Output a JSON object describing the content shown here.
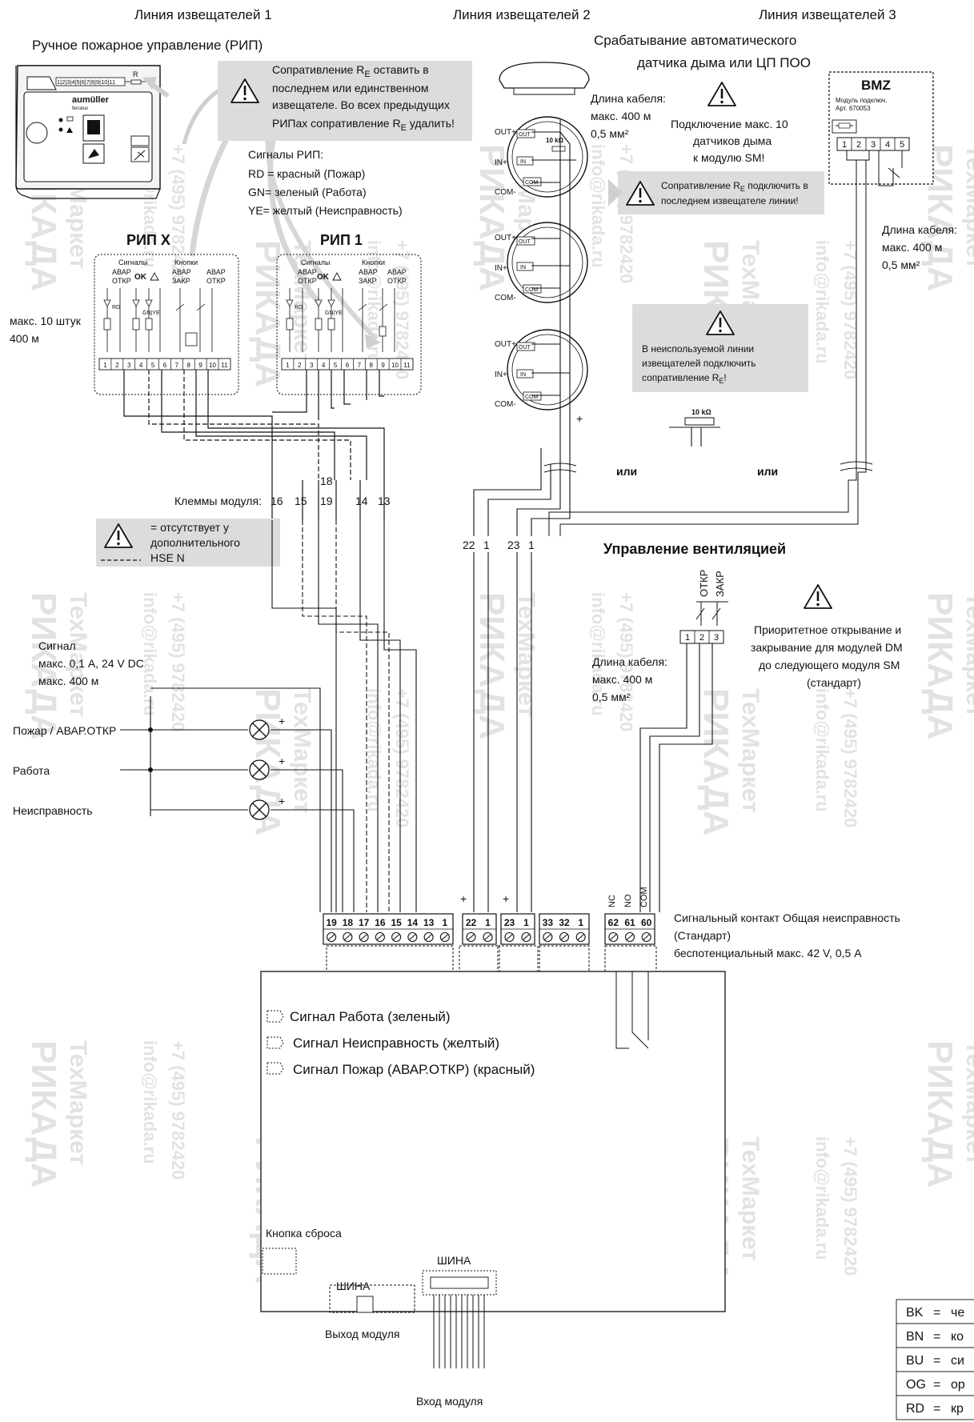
{
  "header": {
    "line1": "Линия извещателей 1",
    "line2": "Линия извещателей 2",
    "line3": "Линия извещателей 3",
    "manual_title": "Ручное пожарное управление (РИП)",
    "smoke_title_1": "Срабатывание автоматического",
    "smoke_title_2": "датчика дыма или ЦП ПОО"
  },
  "manual_device": {
    "brand": "aumüller",
    "brand_sub": "ferralux",
    "terminal_strip": "1|2|3|4|5|6|7|8|9|10|11",
    "re_label": "R",
    "re_sub": "E"
  },
  "warning_re": {
    "l1": "Сопративление R",
    "l1_sub": "E",
    "l1_end": " оставить в",
    "l2": "последнем или единственном",
    "l3": "извещателе. Во всех предыдущих",
    "l4": "РИПах сопративление R",
    "l4_sub": "E",
    "l4_end": " удалить!"
  },
  "rip_signals": {
    "title": "Сигналы РИП:",
    "rd": "RD = красный (Пожар)",
    "gn": "GN= зеленый (Работа)",
    "ye": "YE= желтый (Неисправность)"
  },
  "rip_x": {
    "title": "РИП X",
    "signals": "Сигналы",
    "buttons": "Кнопки",
    "avar1": "АВАР",
    "otkr1": "ОТКР",
    "ok": "OK",
    "avar2": "АВАР",
    "zakr": "ЗАКР",
    "avar3": "АВАР",
    "otkr2": "ОТКР",
    "rd": "RD",
    "gnye": "GN|YE",
    "terminals": [
      "1",
      "2",
      "3",
      "4",
      "5",
      "6",
      "7",
      "8",
      "9",
      "10",
      "11"
    ]
  },
  "rip_1": {
    "title": "РИП 1",
    "signals": "Сигналы",
    "buttons": "Кнопки",
    "avar1": "АВАР",
    "otkr1": "ОТКР",
    "ok": "OK",
    "avar2": "АВАР",
    "zakr": "ЗАКР",
    "avar3": "АВАР",
    "otkr2": "ОТКР",
    "rd": "RD",
    "gnye": "GN|YE",
    "terminals": [
      "1",
      "2",
      "3",
      "4",
      "5",
      "6",
      "7",
      "8",
      "9",
      "10",
      "11"
    ]
  },
  "rip_note": {
    "l1": "макс. 10 штук",
    "l2": "400 м"
  },
  "smoke_line": {
    "out": "OUT+",
    "in": "IN+",
    "com": "COM-",
    "out_tag": "OUT",
    "in_tag": "IN",
    "com_tag": "COM",
    "resistor": "10 kΩ",
    "plus": "+",
    "cable_l1": "Длина кабеля:",
    "cable_l2": "макс. 400 м",
    "cable_l3": "0,5 мм²",
    "connect_l1": "Подключение макс. 10",
    "connect_l2": "датчиков дыма",
    "connect_l3": "к модулю SM!",
    "warn_l1": "Сопративление R",
    "warn_l1_sub": "E",
    "warn_l1_end": " подключить в",
    "warn_l2": "последнем извещателе линии!",
    "unused_l1": "В неиспользуемой линии",
    "unused_l2": "извещателей подключить",
    "unused_l3": "сопративление R",
    "unused_l3_sub": "E",
    "unused_l3_end": "!",
    "resistor2": "10 kΩ",
    "or1": "или",
    "or2": "или"
  },
  "bmz": {
    "title": "BMZ",
    "sub1": "Модуль подключ.",
    "sub2": "Арт. 670053",
    "terminals": [
      "1",
      "2",
      "3",
      "4",
      "5"
    ],
    "cable_l1": "Длина кабеля:",
    "cable_l2": "макс. 400 м",
    "cable_l3": "0,5 мм²"
  },
  "module_terms_row": {
    "label": "Клеммы модуля:",
    "t16": "16",
    "t15": "15",
    "t18": "18",
    "t19": "19",
    "t14": "14",
    "t13": "13",
    "t22": "22",
    "t1a": "1",
    "t23": "23",
    "t1b": "1"
  },
  "hse_note": {
    "l1": "= отсутствует у",
    "l2": "дополнительного",
    "l3": "HSE N"
  },
  "ventilation": {
    "title": "Управление вентиляцией",
    "open": "ОТКР",
    "close": "ЗАКР",
    "terminals": [
      "1",
      "2",
      "3"
    ],
    "cable_l1": "Длина кабеля:",
    "cable_l2": "макс. 400 м",
    "cable_l3": "0,5 мм²",
    "prio_l1": "Приоритетное открывание и",
    "prio_l2": "закрывание для модулей DM",
    "prio_l3": "до следующего модуля SM",
    "prio_l4": "(стандарт)"
  },
  "signal_outputs": {
    "head_l1": "Сигнал",
    "head_l2": "макс. 0,1 А, 24 V DC",
    "head_l3": "макс. 400 м",
    "fire": "Пожар / АВАР.ОТКР",
    "work": "Работа",
    "fault": "Неисправность",
    "plus": "+"
  },
  "module": {
    "block1": [
      "19",
      "18",
      "17",
      "16",
      "15",
      "14",
      "13",
      "1"
    ],
    "block2": [
      "22",
      "1"
    ],
    "block3": [
      "23",
      "1"
    ],
    "block4": [
      "33",
      "32",
      "1"
    ],
    "block5": [
      "62",
      "61",
      "60"
    ],
    "nc": "NC",
    "no": "NO",
    "com": "COM",
    "plus": "+",
    "alarm_l1": "Сигнальный контакт Общая неисправность",
    "alarm_l2": "(Стандарт)",
    "alarm_l3": "беспотенциальный макс. 42 V, 0,5 А",
    "led_green": "Сигнал Работа (зеленый)",
    "led_yellow": "Сигнал Неисправность (желтый)",
    "led_red": "Сигнал Пожар (АВАР.ОТКР) (красный)",
    "reset": "Кнопка сброса",
    "bus_out": "ШИНА",
    "bus_in": "ШИНА",
    "module_out": "Выход модуля",
    "module_in": "Вход модуля"
  },
  "legend": {
    "rows": [
      {
        "code": "BK",
        "eq": "=",
        "text": "че"
      },
      {
        "code": "BN",
        "eq": "=",
        "text": "ко"
      },
      {
        "code": "BU",
        "eq": "=",
        "text": "си"
      },
      {
        "code": "OG",
        "eq": "=",
        "text": "ор"
      },
      {
        "code": "RD",
        "eq": "=",
        "text": "кр"
      }
    ]
  },
  "watermark": {
    "brand": "РИКАДА",
    "sub": "ТехМаркет",
    "email": "info@rikada.ru",
    "phone": "+7 (495) 9782420"
  }
}
